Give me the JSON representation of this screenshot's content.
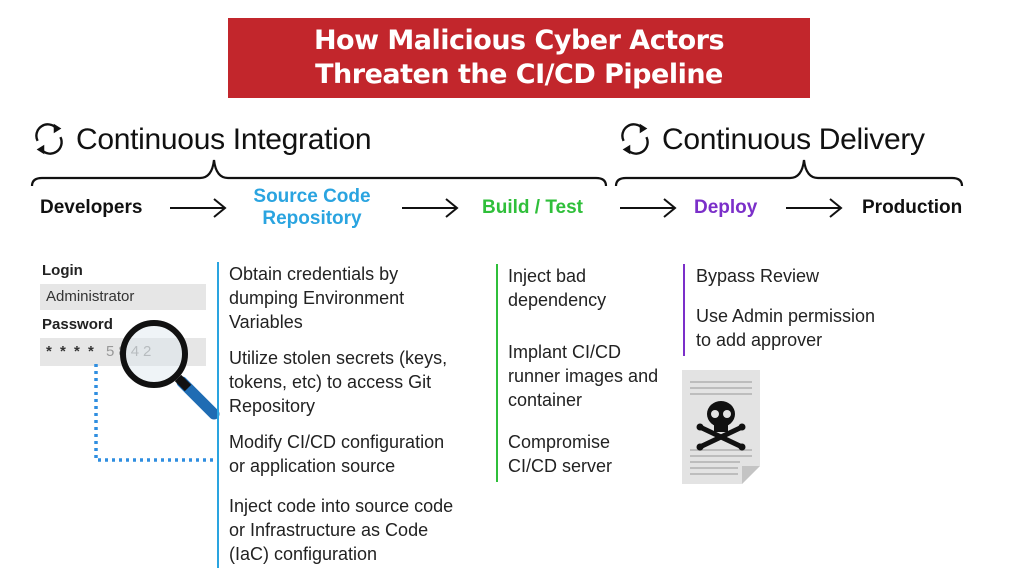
{
  "title": {
    "line1": "How Malicious Cyber Actors",
    "line2": "Threaten the CI/CD Pipeline"
  },
  "phases": {
    "ci": "Continuous Integration",
    "cd": "Continuous Delivery"
  },
  "stages": {
    "developers": "Developers",
    "source_line1": "Source Code",
    "source_line2": "Repository",
    "build": "Build / Test",
    "deploy": "Deploy",
    "production": "Production"
  },
  "colors": {
    "banner": "#c2262c",
    "source": "#2aa4e0",
    "build": "#2fbf3a",
    "deploy": "#7b2fc9",
    "dotted": "#2f8ee0"
  },
  "login": {
    "login_label": "Login",
    "login_value": "Administrator",
    "password_label": "Password",
    "password_masked": "* * * *",
    "password_revealed": "5842"
  },
  "source_threats": [
    [
      "Obtain credentials by",
      "dumping Environment",
      "Variables"
    ],
    [
      "Utilize stolen secrets (keys,",
      "tokens, etc) to access Git",
      "Repository"
    ],
    [
      "Modify CI/CD configuration",
      "or application source"
    ],
    [
      "Inject code into source code",
      "or Infrastructure as Code",
      "(IaC) configuration"
    ]
  ],
  "build_threats": [
    [
      "Inject bad",
      "dependency"
    ],
    [
      "Implant CI/CD",
      "runner images and",
      "container"
    ],
    [
      "Compromise",
      "CI/CD server"
    ]
  ],
  "deploy_threats": [
    [
      "Bypass Review"
    ],
    [
      "Use Admin permission",
      "to add approver"
    ]
  ],
  "icons": [
    "cycle-arrows-icon",
    "right-arrow-icon",
    "magnifying-glass-icon",
    "skull-crossbones-document-icon"
  ]
}
